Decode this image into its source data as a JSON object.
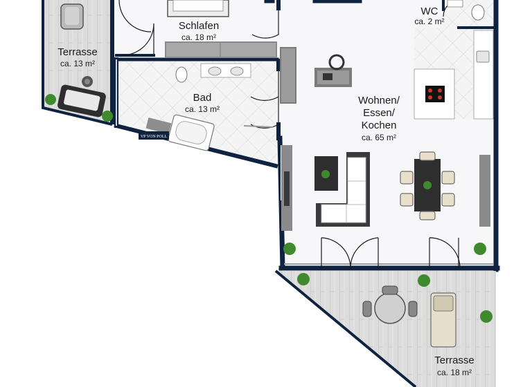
{
  "rooms": {
    "terrasse_west": {
      "name": "Terrasse",
      "area": "ca. 13 m²"
    },
    "schlafen": {
      "name": "Schlafen",
      "area": "ca. 18 m²"
    },
    "wc": {
      "name": "WC",
      "area": "ca. 2 m²"
    },
    "bad": {
      "name": "Bad",
      "area": "ca. 13 m²"
    },
    "wohnen": {
      "name_lines": [
        "Wohnen/",
        "Essen/",
        "Kochen"
      ],
      "area": "ca. 65 m²"
    },
    "terrasse_south": {
      "name": "Terrasse",
      "area": "ca. 18 m²"
    }
  },
  "watermark": {
    "text": "VP VON POLL"
  },
  "colors": {
    "wall": "#0f2340",
    "deck": "#d9d9d9",
    "tile_floor": "#f2f2f2",
    "interior_floor": "#f7f7f9",
    "plant": "#3f8a2e",
    "furniture_dark": "#3b3b3b"
  }
}
